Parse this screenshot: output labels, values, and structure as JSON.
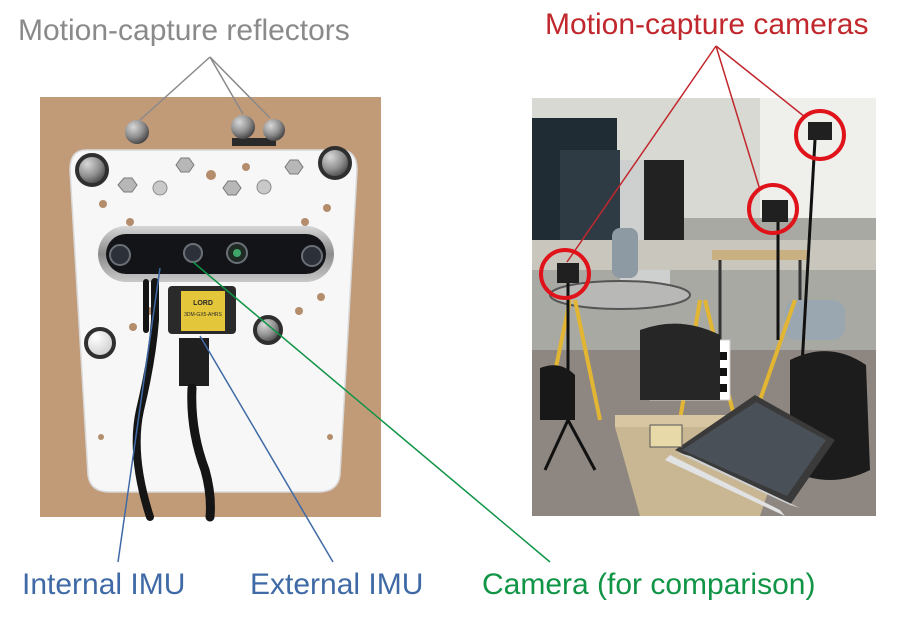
{
  "labels": {
    "reflectors": "Motion-capture reflectors",
    "cameras": "Motion-capture cameras",
    "internal_imu": "Internal IMU",
    "external_imu": "External IMU",
    "camera_comparison": "Camera (for comparison)"
  },
  "photos": {
    "left": "sensor-rig-photo",
    "right": "motion-capture-lab-photo",
    "chip_brand": "LORD",
    "chip_model": "3DM-GX5-AHRS"
  },
  "colors": {
    "reflectors": "#8a8a8a",
    "cameras": "#c0282d",
    "imu": "#3f6aa6",
    "camera_comparison": "#109446"
  }
}
